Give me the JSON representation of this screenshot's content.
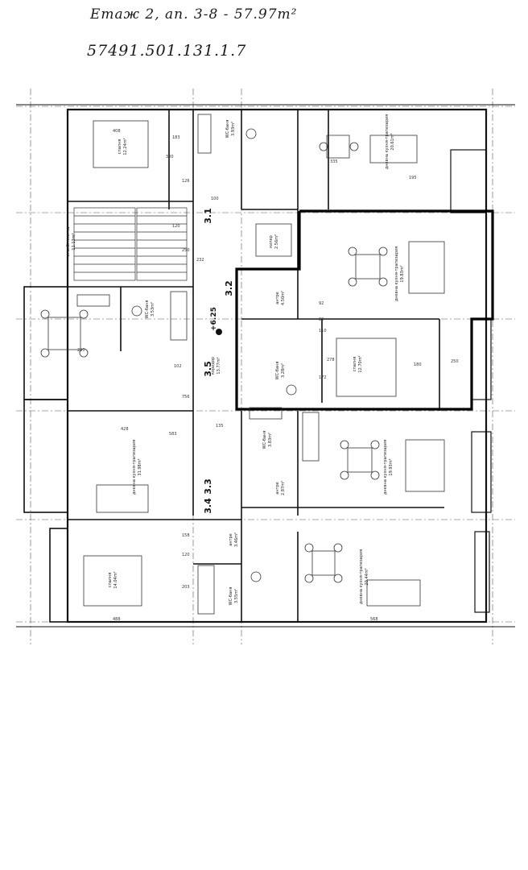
{
  "handwriting": {
    "title": "Етаж 2, ап. 3-8 - 57.97m²",
    "cadastre": "57491.501.131.1.7"
  },
  "plan": {
    "rooms": [
      {
        "id": "bedroom-tl",
        "name": "спалня",
        "area": "12.24m²"
      },
      {
        "id": "wc-top",
        "name": "WC-баня",
        "area": "3.93m²"
      },
      {
        "id": "living-tr",
        "name": "дневна кухня-трапезария",
        "area": "20.61m²"
      },
      {
        "id": "stair",
        "name": "стълб. клетка",
        "area": "11.13m²"
      },
      {
        "id": "closet",
        "name": "килер",
        "area": "2.56m²"
      },
      {
        "id": "living-r2",
        "name": "дневна кухня-трапезария",
        "area": "19.83m²"
      },
      {
        "id": "wc-left",
        "name": "WC-баня",
        "area": "3.53m²"
      },
      {
        "id": "antre-mid",
        "name": "антре",
        "area": "4.50m²"
      },
      {
        "id": "corridor",
        "name": "коридор",
        "area": "13.77m²"
      },
      {
        "id": "wc-mid",
        "name": "WC-баня",
        "area": "3.28m²"
      },
      {
        "id": "bedroom-r",
        "name": "спалня",
        "area": "12.70m²"
      },
      {
        "id": "living-l",
        "name": "дневна кухня-трапезария",
        "area": "31.98m²"
      },
      {
        "id": "wc-mid2",
        "name": "WC-баня",
        "area": "3.83m²"
      },
      {
        "id": "antre-2",
        "name": "антре",
        "area": "2.87m²"
      },
      {
        "id": "living-r3",
        "name": "дневна кухня-трапезария",
        "area": "19.93m²"
      },
      {
        "id": "antre-3",
        "name": "антре",
        "area": "3.46m²"
      },
      {
        "id": "bedroom-bl",
        "name": "спалня",
        "area": "14.04m²"
      },
      {
        "id": "wc-bot",
        "name": "WC-баня",
        "area": "3.55m²"
      },
      {
        "id": "living-br",
        "name": "дневна кухня-трапезария",
        "area": "20.44m²"
      }
    ],
    "sections": [
      "3.1",
      "3.2",
      "3.3",
      "3.4",
      "3.5"
    ],
    "level": "+6.25",
    "dimensions": [
      "408",
      "300",
      "183",
      "126",
      "100",
      "120",
      "250",
      "232",
      "335",
      "195",
      "428",
      "583",
      "756",
      "135",
      "102",
      "488",
      "568",
      "203",
      "158",
      "120",
      "290",
      "250",
      "278",
      "180",
      "172",
      "92",
      "82",
      "110"
    ]
  }
}
